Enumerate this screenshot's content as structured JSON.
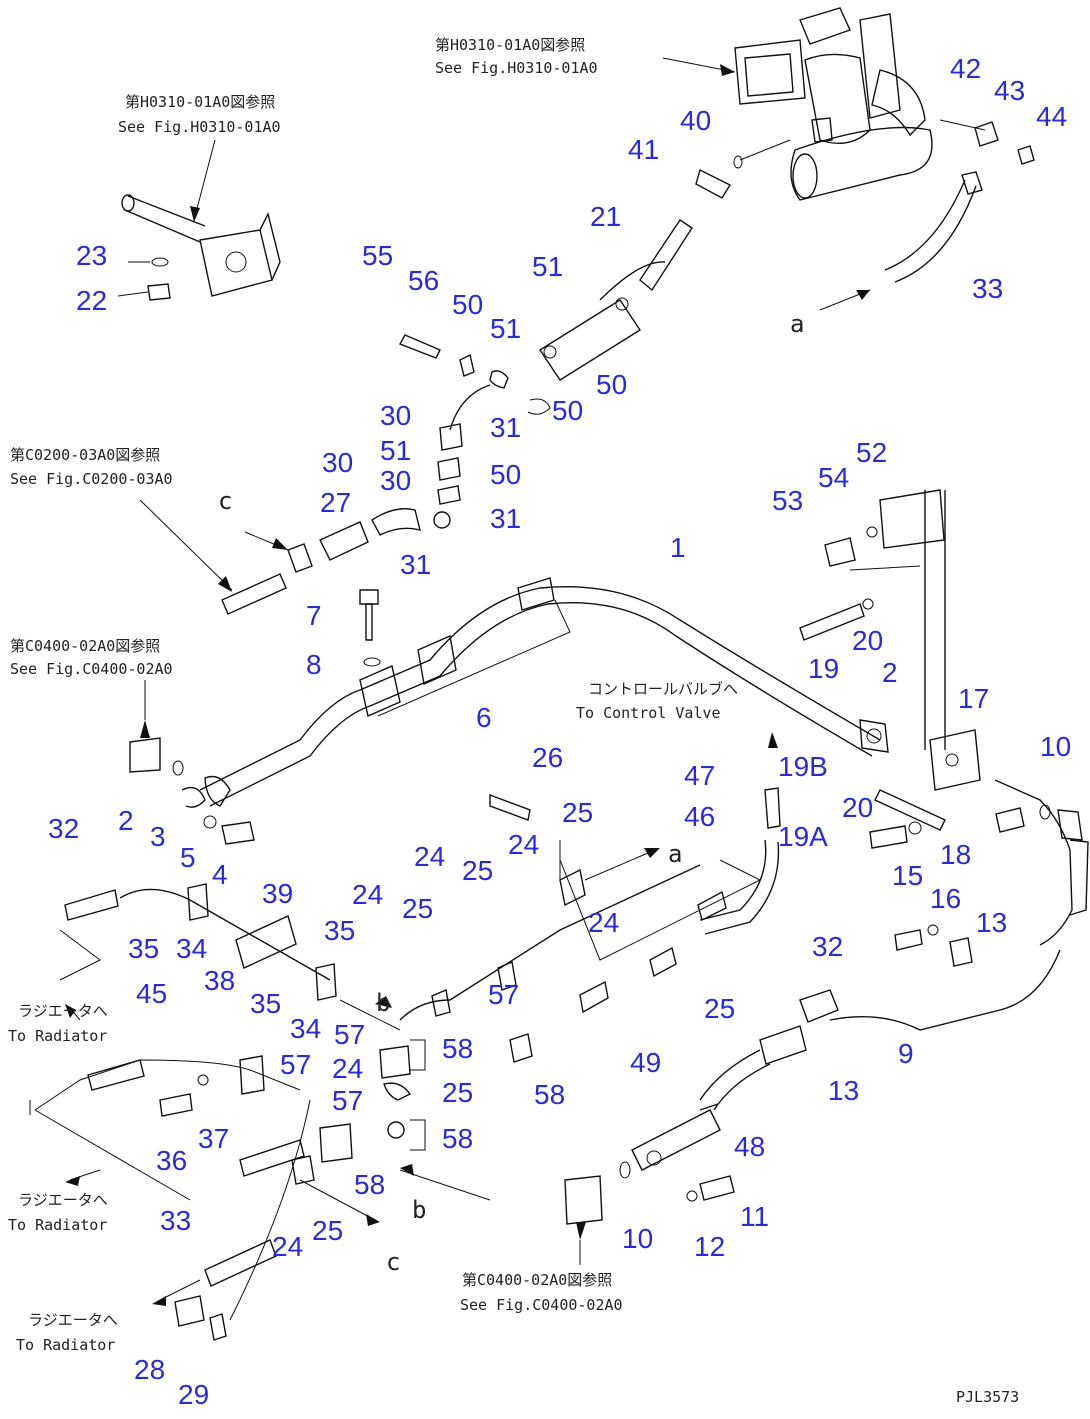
{
  "diagram": {
    "figure_code": "PJL3573",
    "notes": {
      "top_right": [
        "第H0310-01A0図参照",
        "See Fig.H0310-01A0"
      ],
      "top_left": [
        "第H0310-01A0図参照",
        "See Fig.H0310-01A0"
      ],
      "mid_left": [
        "第C0200-03A0図参照",
        "See Fig.C0200-03A0"
      ],
      "left": [
        "第C0400-02A0図参照",
        "See Fig.C0400-02A0"
      ],
      "control_valve": [
        "コントロールバルブへ",
        "To Control Valve"
      ],
      "radiator_1": [
        "ラジエータへ",
        "To Radiator"
      ],
      "radiator_2": [
        "ラジエータへ",
        "To Radiator"
      ],
      "radiator_3": [
        "ラジエータへ",
        "To Radiator"
      ],
      "bottom": [
        "第C0400-02A0図参照",
        "See Fig.C0400-02A0"
      ]
    },
    "letters": [
      "a",
      "a",
      "b",
      "b",
      "c",
      "c"
    ],
    "part_numbers": [
      "42",
      "43",
      "44",
      "40",
      "41",
      "21",
      "33",
      "23",
      "22",
      "55",
      "56",
      "50",
      "51",
      "51",
      "50",
      "30",
      "31",
      "51",
      "50",
      "50",
      "30",
      "30",
      "31",
      "27",
      "31",
      "52",
      "54",
      "53",
      "1",
      "20",
      "19",
      "7",
      "8",
      "6",
      "2",
      "17",
      "10",
      "2",
      "3",
      "5",
      "4",
      "26",
      "25",
      "47",
      "19B",
      "46",
      "19A",
      "20",
      "18",
      "32",
      "39",
      "24",
      "25",
      "24",
      "24",
      "15",
      "16",
      "13",
      "35",
      "34",
      "35",
      "38",
      "24",
      "25",
      "32",
      "45",
      "35",
      "34",
      "57",
      "57",
      "25",
      "57",
      "58",
      "49",
      "13",
      "9",
      "24",
      "25",
      "57",
      "58",
      "58",
      "48",
      "36",
      "37",
      "58",
      "10",
      "11",
      "12",
      "33",
      "24",
      "25",
      "28",
      "29"
    ]
  }
}
